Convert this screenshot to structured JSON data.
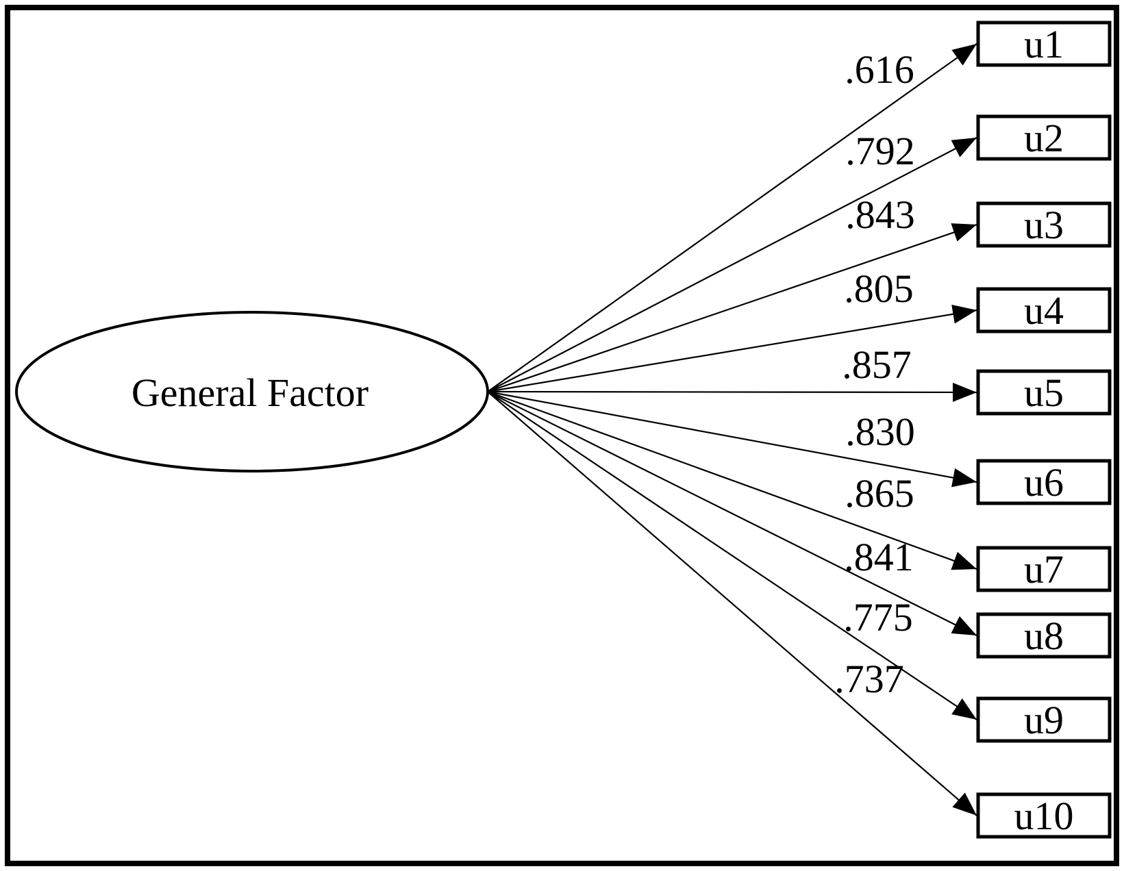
{
  "diagram": {
    "type": "sem-path-diagram",
    "factor": {
      "label": "General Factor"
    },
    "indicators": [
      {
        "label": "u1",
        "loading": ".616"
      },
      {
        "label": "u2",
        "loading": ".792"
      },
      {
        "label": "u3",
        "loading": ".843"
      },
      {
        "label": "u4",
        "loading": ".805"
      },
      {
        "label": "u5",
        "loading": ".857"
      },
      {
        "label": "u6",
        "loading": ".830"
      },
      {
        "label": "u7",
        "loading": ".865"
      },
      {
        "label": "u8",
        "loading": ".841"
      },
      {
        "label": "u9",
        "loading": ".775"
      },
      {
        "label": "u10",
        "loading": ".737"
      }
    ]
  },
  "colors": {
    "ink": "#000000",
    "background": "#ffffff"
  }
}
